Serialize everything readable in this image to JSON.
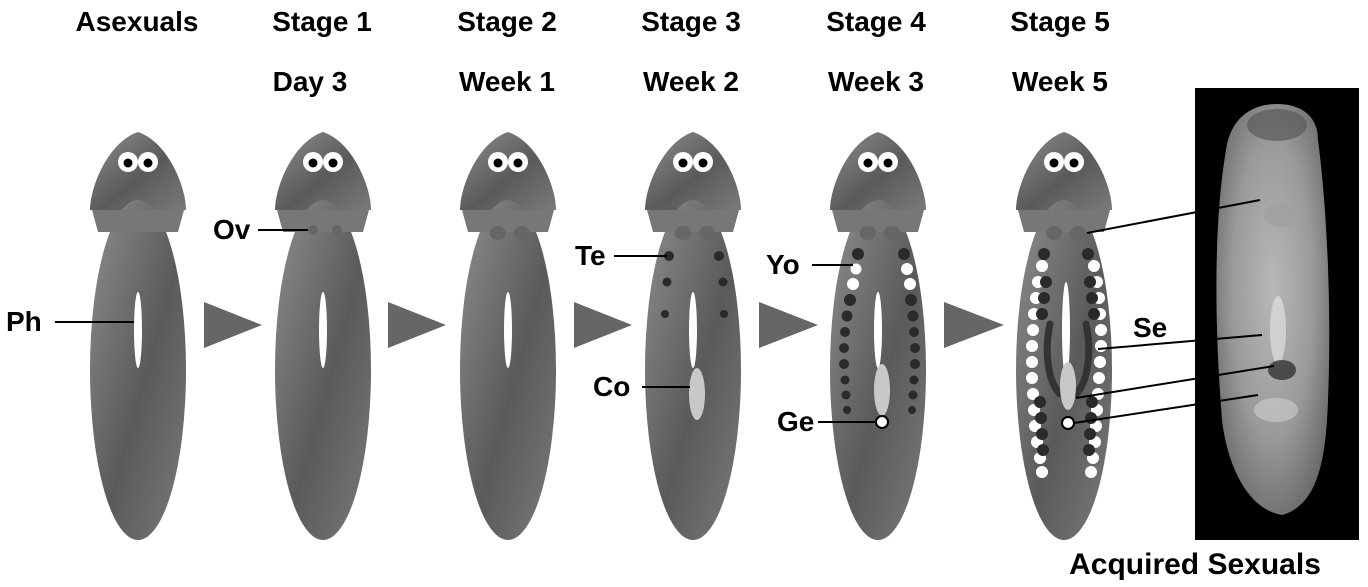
{
  "stages": [
    {
      "title": "Asexuals",
      "subtitle": ""
    },
    {
      "title": "Stage 1",
      "subtitle": "Day 3"
    },
    {
      "title": "Stage 2",
      "subtitle": "Week 1"
    },
    {
      "title": "Stage 3",
      "subtitle": "Week 2"
    },
    {
      "title": "Stage 4",
      "subtitle": "Week 3"
    },
    {
      "title": "Stage 5",
      "subtitle": "Week 5"
    }
  ],
  "labels": {
    "ph": "Ph",
    "ov": "Ov",
    "te": "Te",
    "co": "Co",
    "yo": "Yo",
    "ge": "Ge",
    "se": "Se"
  },
  "photo_caption": "Acquired Sexuals",
  "colors": {
    "body_light": "#8a8a8a",
    "body_dark": "#4a4a4a",
    "testes": "#2a2a2a",
    "yolk": "#ffffff",
    "copulatory": "#c8c8c8",
    "photo_bg": "#000000"
  }
}
